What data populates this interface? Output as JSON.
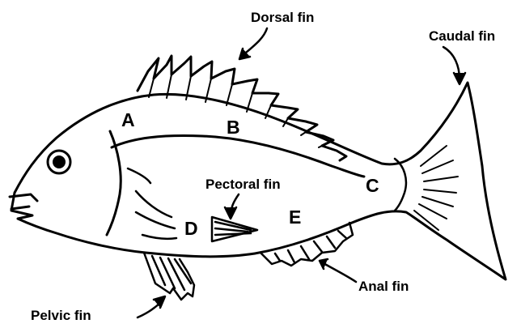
{
  "labels": {
    "dorsal_fin": "Dorsal fin",
    "caudal_fin": "Caudal fin",
    "pectoral_fin": "Pectoral fin",
    "anal_fin": "Anal fin",
    "pelvic_fin": "Pelvic fin"
  },
  "points": {
    "a": "A",
    "b": "B",
    "c": "C",
    "d": "D",
    "e": "E"
  },
  "colors": {
    "ink": "#000000",
    "background": "#ffffff"
  }
}
